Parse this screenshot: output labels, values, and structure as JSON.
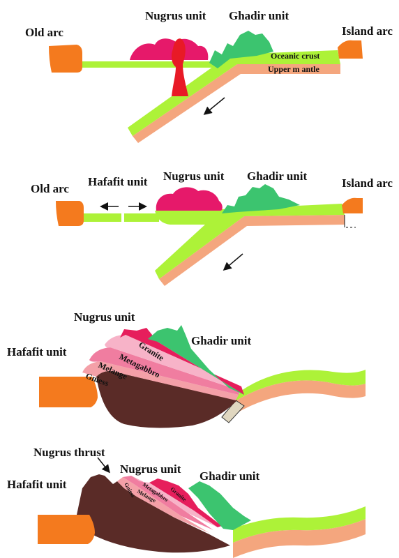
{
  "colors": {
    "arc": "#F47A1E",
    "oceanic_crust": "#ADF238",
    "upper_mantle": "#F4A67E",
    "nugrus": "#E6196A",
    "ghadir": "#3CC46F",
    "magma": "#E81A26",
    "melange": "#F07DA0",
    "metagabbro": "#F7B3C8",
    "gniess": "#F4A0A8",
    "hafafit_dark": "#5A2B27",
    "granite": "#E61E5C",
    "ink": "#111111"
  },
  "panel1": {
    "old_arc": "Old arc",
    "nugrus_unit": "Nugrus unit",
    "ghadir_unit": "Ghadir unit",
    "island_arc": "Island arc",
    "oceanic_crust": "Oceanic crust",
    "upper_mantle": "Upper m antle"
  },
  "panel2": {
    "old_arc": "Old arc",
    "hafafit_unit": "Hafafit unit",
    "nugrus_unit": "Nugrus unit",
    "ghadir_unit": "Ghadir unit",
    "island_arc": "Island arc"
  },
  "panel3": {
    "nugrus_unit": "Nugrus unit",
    "ghadir_unit": "Ghadir unit",
    "hafafit_unit": "Hafafit unit",
    "granite": "Granite",
    "metagabbro": "Metagabbro",
    "melange": "Melange",
    "gniess": "Gniess"
  },
  "panel4": {
    "nugrus_thrust": "Nugrus thrust",
    "nugrus_unit": "Nugrus unit",
    "ghadir_unit": "Ghadir unit",
    "hafafit_unit": "Hafafit unit",
    "gniess": "Gniess",
    "metagabbro": "Metagabbro",
    "melange": "Melange",
    "granite": "Granite"
  }
}
